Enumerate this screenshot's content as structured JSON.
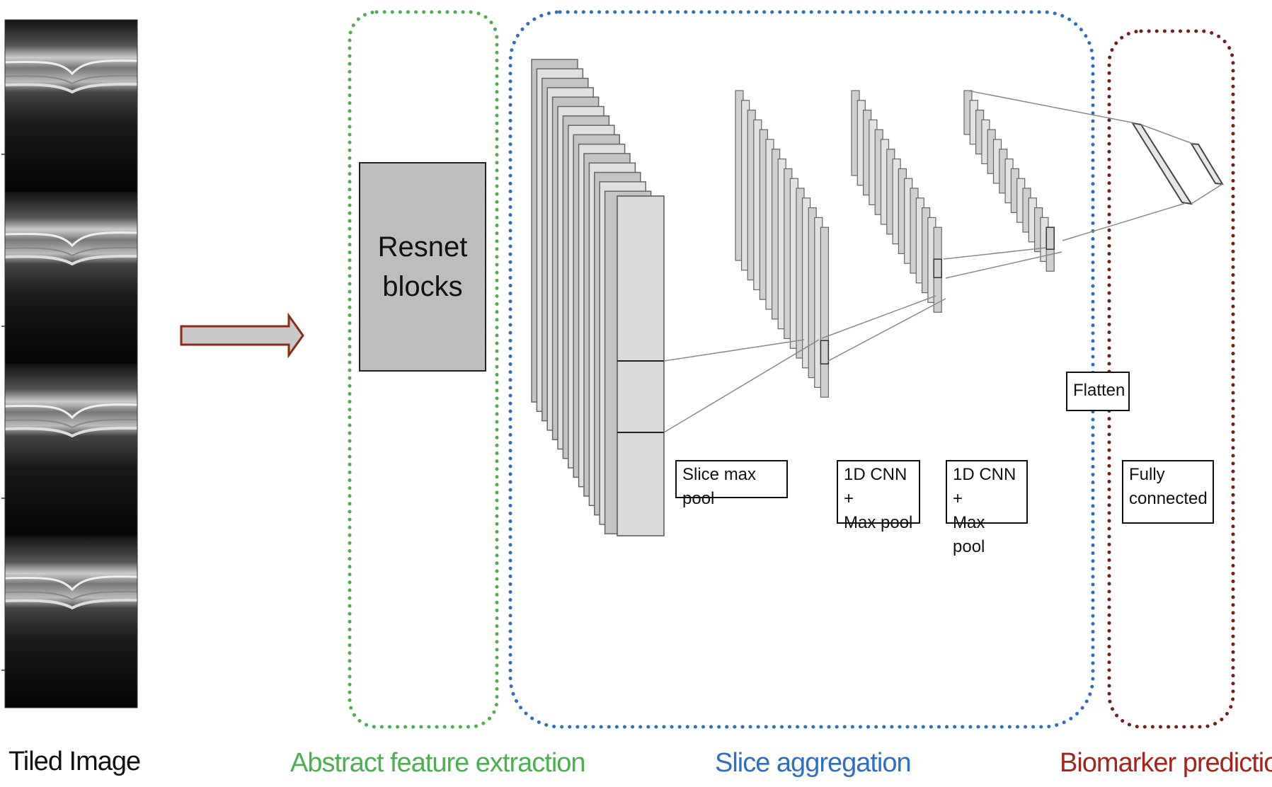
{
  "captions": {
    "tiled_image": "Tiled Image",
    "abstract_feature_extraction": "Abstract feature extraction",
    "slice_aggregation": "Slice aggregation",
    "biomarker_prediction": "Biomarker prediction"
  },
  "blocks": {
    "resnet": "Resnet\nblocks",
    "slice_max_pool": "Slice max pool",
    "cnn_1": "1D CNN +\nMax pool",
    "cnn_2": "1D CNN +\nMax pool",
    "flatten": "Flatten",
    "fully_connected": "Fully\nconnected"
  },
  "colors": {
    "green": "#4caf50",
    "blue": "#2f6fbf",
    "dark_red": "#7a1e12",
    "arrow_fill": "#c8c8c8",
    "arrow_stroke": "#8b2a1a"
  },
  "tiles": 4
}
